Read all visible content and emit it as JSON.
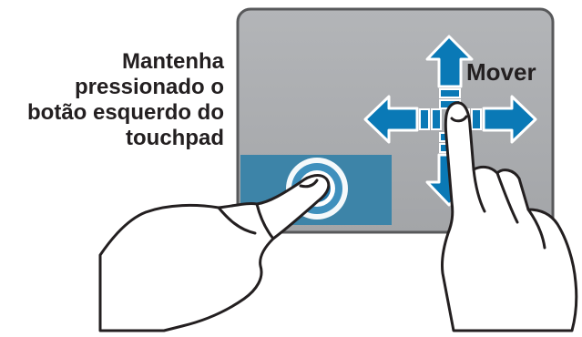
{
  "instruction": {
    "lines": [
      "Mantenha",
      "pressionado o",
      "botão esquerdo do",
      "touchpad"
    ]
  },
  "move_label": "Mover",
  "colors": {
    "touchpad_surface": "#a7a9ac",
    "touchpad_border": "#58595b",
    "left_button": "#3d84a8",
    "arrow_fill": "#0a79b6",
    "arrow_outline": "#ffffff",
    "press_ring": "#1f74a8",
    "text": "#231f20"
  },
  "icons": {
    "arrows": "four-way-move-arrows-icon",
    "press": "press-ring-icon",
    "left_hand": "left-hand-pointing-icon",
    "right_hand": "right-hand-pointing-icon"
  }
}
